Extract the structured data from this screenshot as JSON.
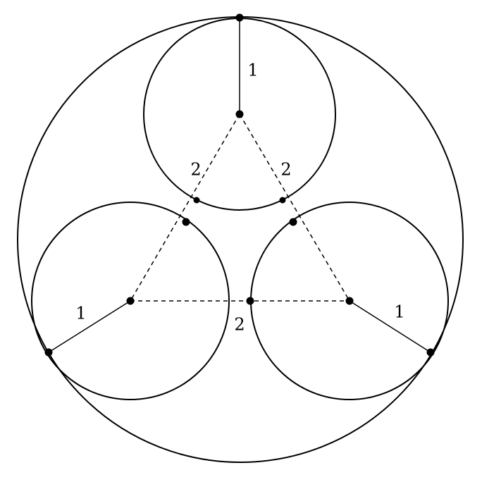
{
  "labels": {
    "radius_top": "1",
    "radius_left": "1",
    "radius_right": "1",
    "side_top_left": "2",
    "side_top_right": "2",
    "side_bottom": "2"
  }
}
